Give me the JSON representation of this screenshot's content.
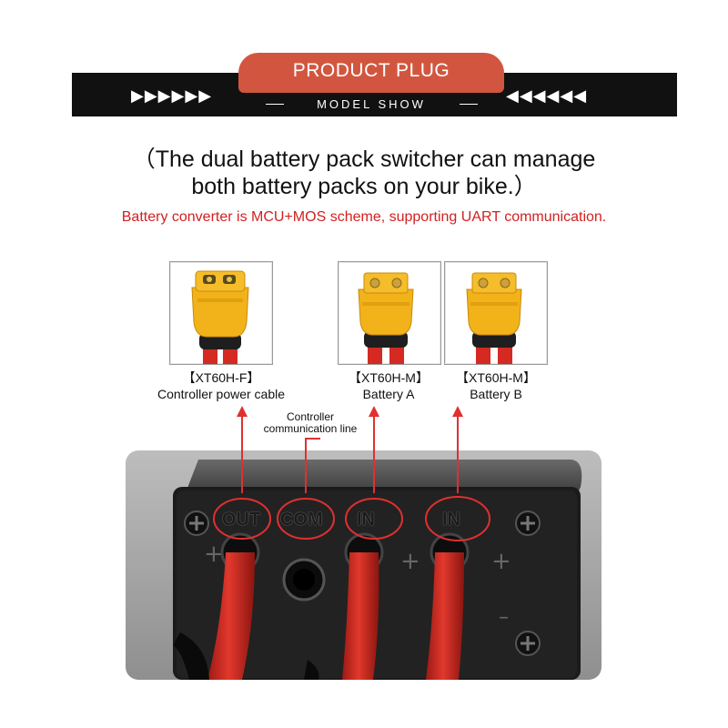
{
  "banner": {
    "title": "PRODUCT PLUG",
    "subtitle": "MODEL SHOW",
    "arrows_left": "▶▶▶▶▶▶",
    "arrows_right": "◀◀◀◀◀◀"
  },
  "headline": {
    "line1": "（The dual battery pack switcher can manage",
    "line2": "both battery packs on your bike.）"
  },
  "note": "Battery converter is MCU+MOS scheme, supporting UART communication.",
  "connectors": [
    {
      "code": "【XT60H-F】",
      "desc": "Controller power cable"
    },
    {
      "code": "【XT60H-M】",
      "desc": "Battery  A"
    },
    {
      "code": "【XT60H-M】",
      "desc": "Battery  B"
    }
  ],
  "comm_line": {
    "line1": "Controller",
    "line2": "communication line"
  },
  "ports": {
    "out": "OUT",
    "com": "COM",
    "in_a": "IN",
    "in_b": "IN"
  },
  "colors": {
    "accent": "#d2563f",
    "banner": "#111111",
    "note_red": "#d32020",
    "pointer_red": "#e03030",
    "connector_yellow": "#f2b21a",
    "cable_red": "#d42a22"
  }
}
